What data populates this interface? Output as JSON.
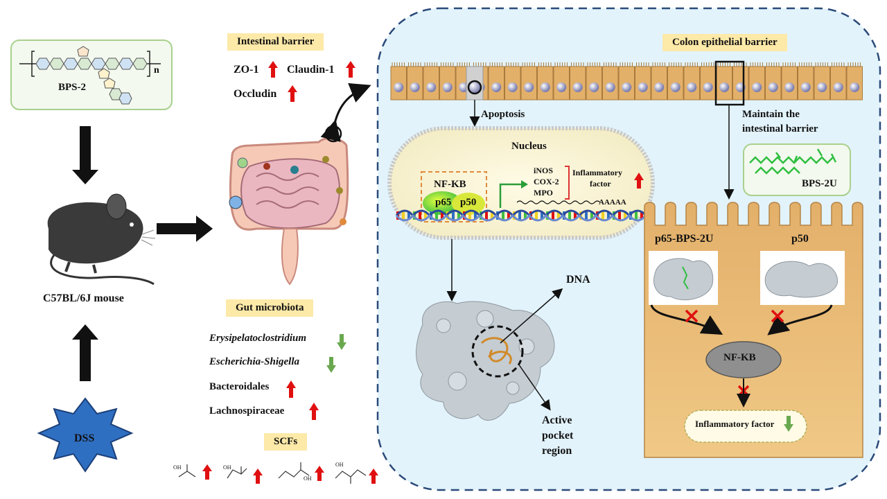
{
  "polymer": {
    "label": "BPS-2",
    "subscript": "n"
  },
  "mouse": {
    "label": "C57BL/6J mouse"
  },
  "dss": {
    "label": "DSS"
  },
  "intestinal_barrier": {
    "title": "Intestinal barrier",
    "items": [
      "ZO-1",
      "Claudin-1",
      "Occludin"
    ]
  },
  "gut_microbiota": {
    "title": "Gut microbiota",
    "items": [
      {
        "name": "Erysipelatoclostridium",
        "trend": "down"
      },
      {
        "name": "Escherichia-Shigella",
        "trend": "down"
      },
      {
        "name": "Bacteroidales",
        "trend": "up"
      },
      {
        "name": "Lachnospiraceae",
        "trend": "up"
      }
    ]
  },
  "scfs": {
    "title": "SCFs",
    "acid_label": "OH",
    "count_up": 4
  },
  "colon": {
    "title": "Colon epithelial barrier",
    "apoptosis": "Apoptosis",
    "maintain_line1": "Maintain the",
    "maintain_line2": "intestinal barrier"
  },
  "nucleus": {
    "title": "Nucleus",
    "nfkb": "NF-KB",
    "p65": "p65",
    "p50": "p50",
    "genes": [
      "iNOS",
      "COX-2",
      "MPO"
    ],
    "inflam_line1": "Inflammatory",
    "inflam_line2": "factor",
    "polyA": "AAAAA"
  },
  "protein": {
    "dna": "DNA",
    "pocket_line1": "Active",
    "pocket_line2": "pocket",
    "pocket_line3": "region"
  },
  "bps2u": {
    "label": "BPS-2U"
  },
  "cell": {
    "p65_label": "p65-BPS-2U",
    "p50_label": "p50",
    "nfkb": "NF-KB",
    "inflammatory": "Inflammatory factor"
  },
  "colors": {
    "up_arrow": "#e01010",
    "down_arrow": "#6aa84f",
    "yellow_box": "#fde9a8",
    "panel_bg": "#e2f3fb",
    "panel_border": "#2b4a7a",
    "cell": "#e9bd7c"
  }
}
